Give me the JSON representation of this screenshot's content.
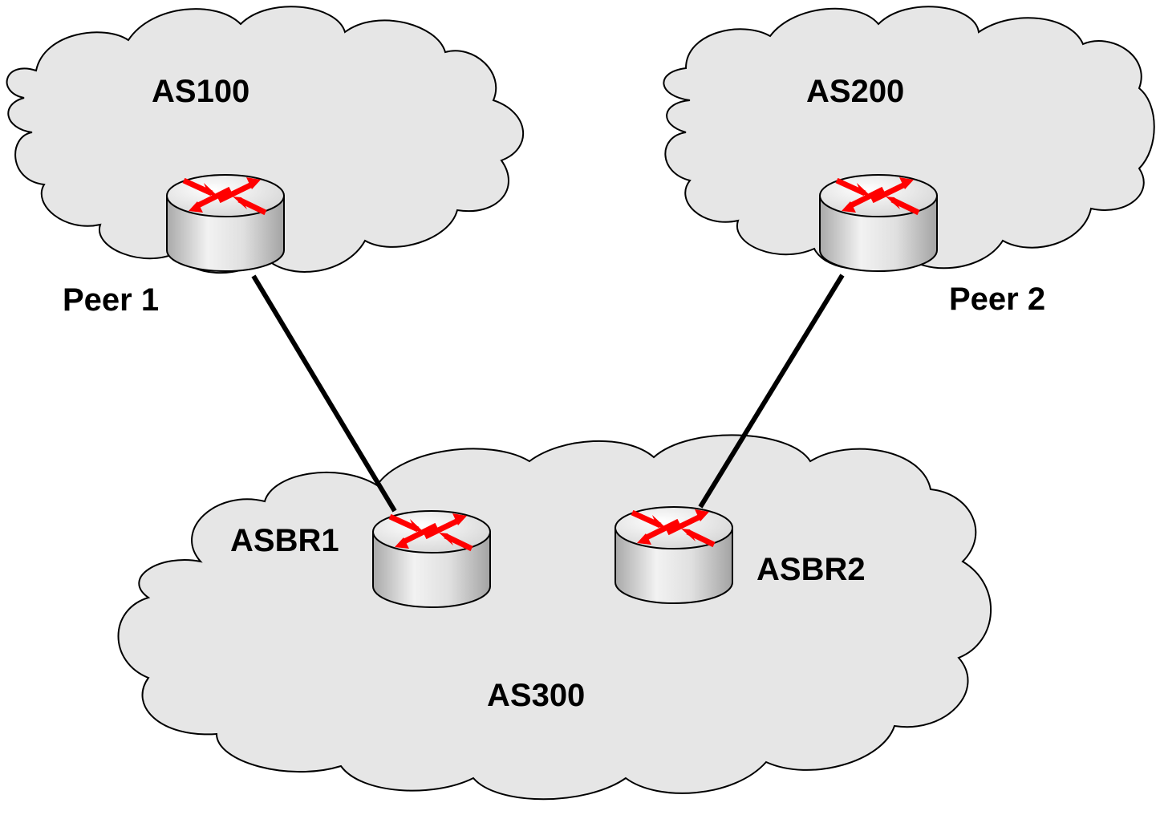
{
  "clouds": [
    {
      "id": "as100",
      "label": "AS100"
    },
    {
      "id": "as200",
      "label": "AS200"
    },
    {
      "id": "as300",
      "label": "AS300"
    }
  ],
  "routers": [
    {
      "id": "peer1",
      "label": "Peer 1",
      "icon": "router-icon"
    },
    {
      "id": "peer2",
      "label": "Peer 2",
      "icon": "router-icon"
    },
    {
      "id": "asbr1",
      "label": "ASBR1",
      "icon": "router-icon"
    },
    {
      "id": "asbr2",
      "label": "ASBR2",
      "icon": "router-icon"
    }
  ],
  "links": [
    {
      "from": "peer1",
      "to": "asbr1"
    },
    {
      "from": "peer2",
      "to": "asbr2"
    }
  ],
  "colors": {
    "cloud_fill": "#e6e6e6",
    "cloud_stroke": "#000000",
    "router_body": "#d9d9d9",
    "router_top": "#f4f4f4",
    "arrow": "#ff0000",
    "link": "#000000"
  }
}
